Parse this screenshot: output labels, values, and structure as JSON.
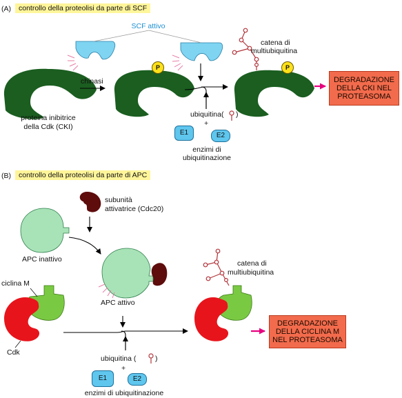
{
  "panel_a": {
    "label": "(A)",
    "title": "controllo della proteolisi da parte di SCF",
    "scf_label": "SCF attivo",
    "chain_label": [
      "catena di",
      "multiubiquitina"
    ],
    "kinase_label": "chinasi",
    "p_label": "P",
    "cki_label": [
      "proteina inibitrice",
      "della Cdk (CKI)"
    ],
    "ubiquitin_label": "ubiquitina(",
    "ubiquitin_close": ")",
    "plus": "+",
    "e1": "E1",
    "e2": "E2",
    "enzymes_label": [
      "enzimi di",
      "ubiquitinazione"
    ],
    "result": [
      "DEGRADAZIONE",
      "DELLA CKI NEL",
      "PROTEASOMA"
    ]
  },
  "panel_b": {
    "label": "(B)",
    "title": "controllo della proteolisi da parte di APC",
    "subunit_label": [
      "subunità",
      "attivatrice (Cdc20)"
    ],
    "apc_inactive": "APC inattivo",
    "apc_active": "APC attivo",
    "cyclin_label": "ciclina M",
    "cdk_label": "Cdk",
    "chain_label": [
      "catena di",
      "multiubiquitina"
    ],
    "ubiquitin_label": "ubiquitina (",
    "ubiquitin_close": ")",
    "plus": "+",
    "e1": "E1",
    "e2": "E2",
    "enzymes_label": "enzimi di ubiquitinazione",
    "result": [
      "DEGRADAZIONE",
      "DELLA CICLINA M",
      "NEL PROTEASOMA"
    ]
  },
  "colors": {
    "cki_green": "#1b5e20",
    "scf_blue": "#7fd4f2",
    "apc_green": "#a8e3b7",
    "cdc20_maroon": "#5e0c0c",
    "cyclin_green": "#7ac943",
    "cdk_red": "#e8141c",
    "result_box": "#f26b4c",
    "highlight": "#fff59a",
    "phosphate": "#ffe11a",
    "ubiquitin": "#b2343a",
    "arrow_magenta": "#e6007e"
  }
}
